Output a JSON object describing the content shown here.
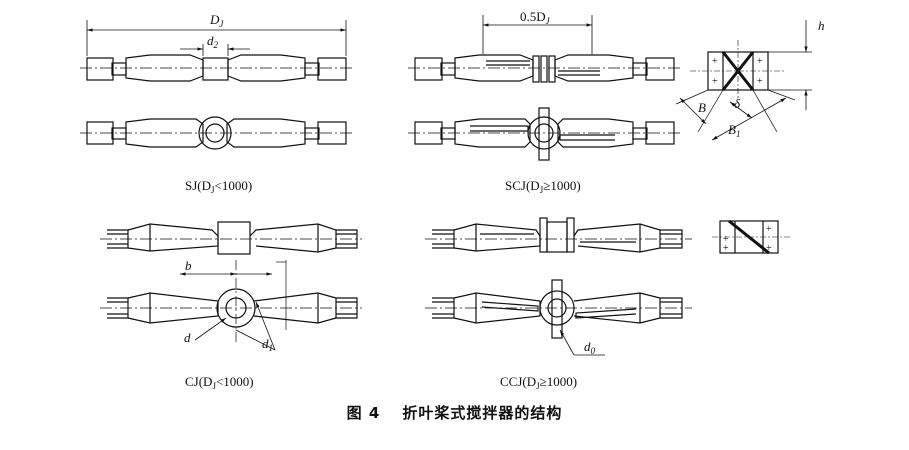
{
  "figure": {
    "caption_prefix": "图 4",
    "caption_title": "折叶桨式搅拌器的结构"
  },
  "labels": {
    "sj": "SJ(D",
    "sj_tail": "<1000)",
    "scj": "SCJ(D",
    "scj_tail": "≥1000)",
    "cj": "CJ(D",
    "cj_tail": "<1000)",
    "ccj": "CCJ(D",
    "ccj_tail": "≥1000)",
    "sub": "J"
  },
  "dims": {
    "D": "D",
    "half_D": "0.5D",
    "d2": "d",
    "d2_sub": "2",
    "h": "h",
    "B": "B",
    "delta": "δ",
    "B1": "B",
    "B1_sub": "1",
    "b": "b",
    "d": "d",
    "d1": "d",
    "d1_sub": "1",
    "d0": "d",
    "d0_sub": "0",
    "J": "J"
  }
}
